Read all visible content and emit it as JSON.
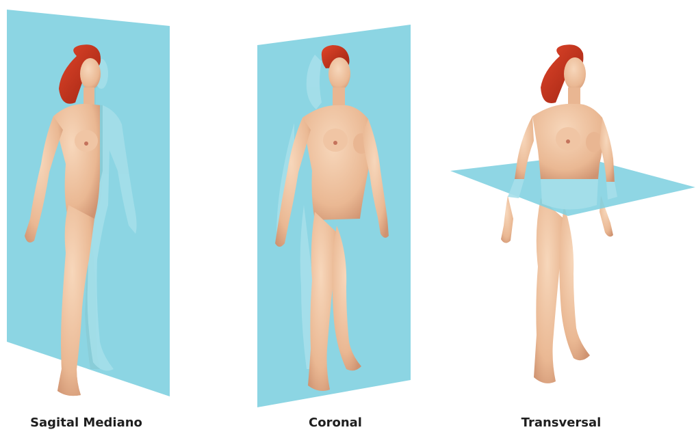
{
  "figure": {
    "captions": {
      "sagittal": "Sagital Mediano",
      "coronal": "Coronal",
      "transverse": "Transversal"
    }
  },
  "colors": {
    "plane": "#7fd0e0",
    "skin": "#efc3a0",
    "skin_shade": "#d9a07c",
    "hair": "#c9331c",
    "caption": "#1e1e1e"
  },
  "icons": {
    "figure": "female-anatomical-figure",
    "plane": "translucent-anatomical-plane"
  }
}
